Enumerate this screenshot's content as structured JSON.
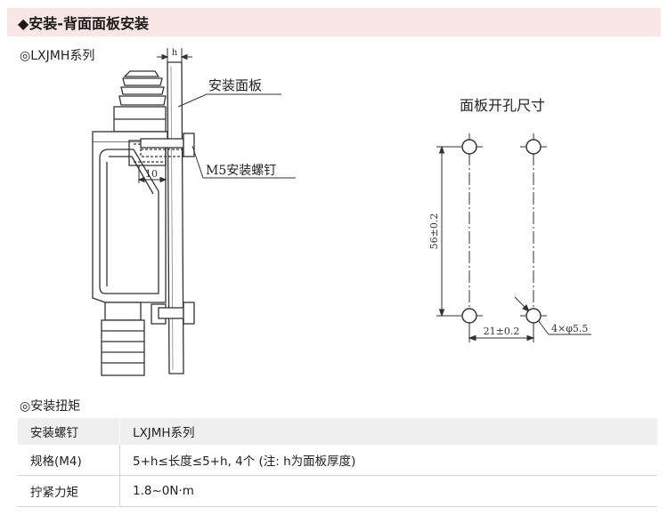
{
  "header": {
    "title": "◆安装-背面面板安装"
  },
  "series_label": "◎LXJMH系列",
  "drawing": {
    "panel_label": "安装面板",
    "screw_label": "M5安装螺钉",
    "h_label": "h",
    "dim_10": "10"
  },
  "cutout": {
    "title": "面板开孔尺寸",
    "vertical_dim": "56±0.2",
    "horizontal_dim": "21±0.2",
    "hole_label": "4×φ5.5"
  },
  "torque_label": "◎安装扭矩",
  "table": {
    "headers": [
      "安装螺钉",
      "LXJMH系列"
    ],
    "rows": [
      [
        "规格(M4)",
        "5+h≤长度≤5+h, 4个 (注: h为面板厚度)"
      ],
      [
        "拧紧力矩",
        "1.8~0N·m"
      ]
    ]
  }
}
